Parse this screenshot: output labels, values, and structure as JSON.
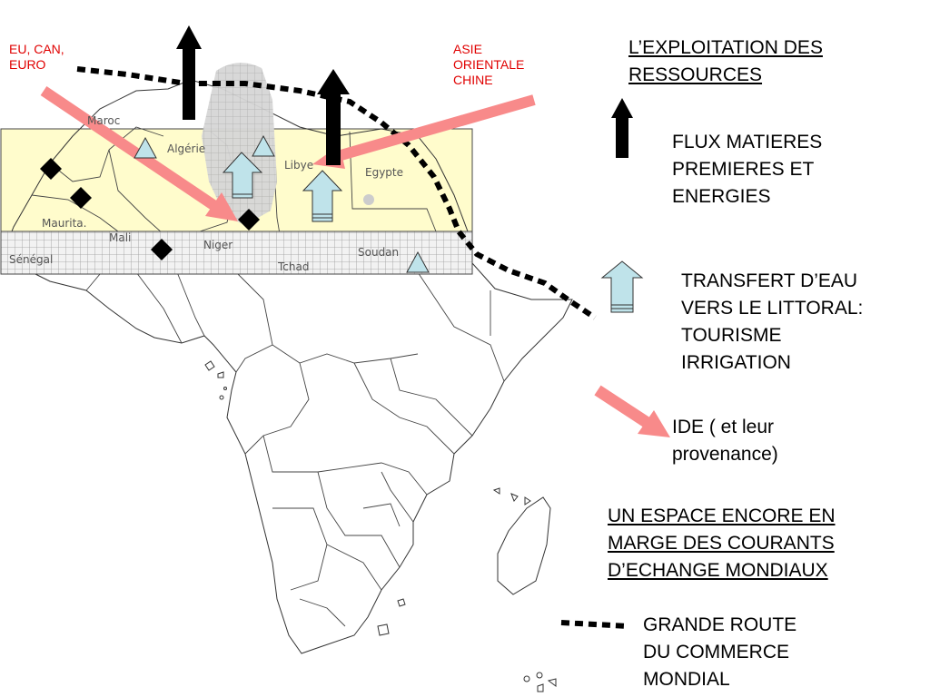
{
  "sources": {
    "west": "EU, CAN,\nEURO",
    "east": "ASIE\nORIENTALE\nCHINE"
  },
  "countries": {
    "maroc": "Maroc",
    "algerie": "Algérie",
    "libye": "Libye",
    "egypte": "Egypte",
    "mauritanie": "Maurita.",
    "mali": "Mali",
    "niger": "Niger",
    "senegal": "Sénégal",
    "tchad": "Tchad",
    "soudan": "Soudan"
  },
  "legend": {
    "title": "L’EXPLOITATION DES\nRESSOURCES",
    "flux": "FLUX MATIERES\nPREMIERES ET\nENERGIES",
    "eau": "TRANSFERT D’EAU\nVERS LE LITTORAL:\nTOURISME\nIRRIGATION",
    "ide": "IDE ( et leur\nprovenance)",
    "marge": "UN ESPACE ENCORE EN\nMARGE DES COURANTS\nD’ECHANGE MONDIAUX",
    "route": "GRANDE ROUTE\nDU COMMERCE\nMONDIAL"
  },
  "colors": {
    "ide_arrow": "#f88a8a",
    "water_arrow": "#bfe3ea",
    "band": "#fffccc",
    "sahel_hatch": "#aaaaaa",
    "source_text": "#e00000"
  },
  "symbols": {
    "diamond": "black-diamond",
    "triangle": "blue-triangle",
    "flux_arrow": "black-arrow-up",
    "water_arrow": "light-blue-arrow-up"
  }
}
